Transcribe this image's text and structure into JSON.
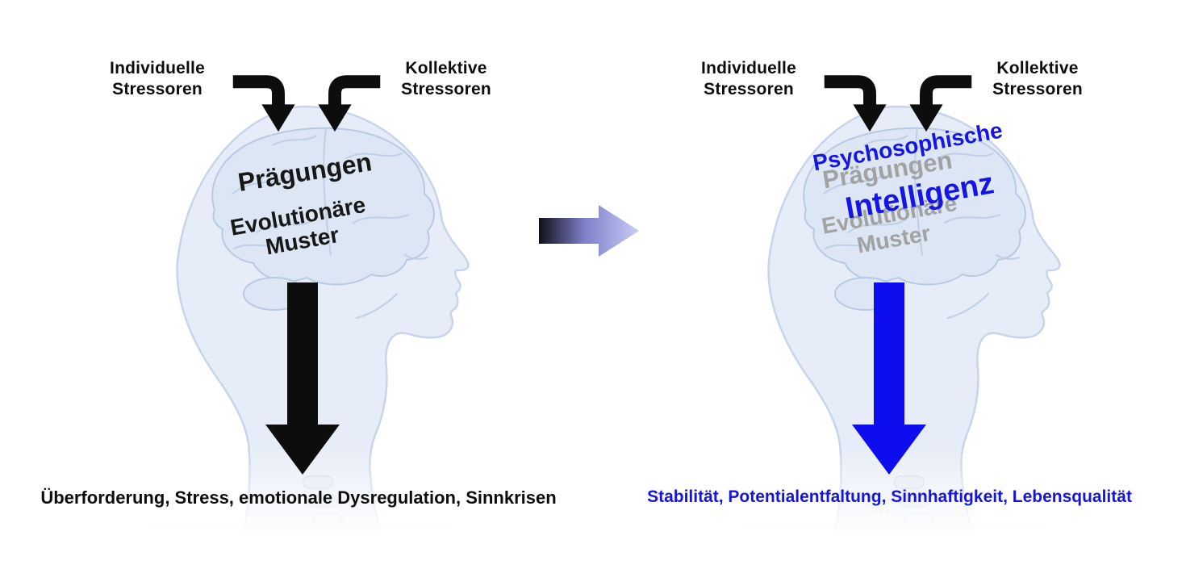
{
  "left_panel": {
    "individual_stressors": "Individuelle Stressoren",
    "collective_stressors": "Kollektive Stressoren",
    "brain_line_1": "Prägungen",
    "brain_line_2": "Evolutionäre Muster",
    "outcome": "Überforderung, Stress, emotionale Dysregulation, Sinnkrisen"
  },
  "right_panel": {
    "individual_stressors": "Individuelle Stressoren",
    "collective_stressors": "Kollektive Stressoren",
    "overlay_line_1": "Psychosophische",
    "overlay_line_2": "Intelligenz",
    "brain_line_1": "Prägungen",
    "brain_line_2": "Evolutionäre Muster",
    "outcome": "Stabilität, Potentialentfaltung, Sinnhaftigkeit, Lebensqualität"
  },
  "icons": {
    "stressor_arrow": "bent-down-arrow",
    "impact_arrow": "big-down-arrow",
    "transition_arrow": "right-gradient-arrow",
    "illustration": "human-head-profile-with-brain"
  },
  "colors": {
    "text_black": "#0d0d0d",
    "accent_blue": "#1515e0",
    "arrow_blue": "#0d0dee",
    "faded_gray": "#a2a2a2",
    "head_tint": "#e7edf8",
    "brain_tint": "#dde6f4"
  }
}
